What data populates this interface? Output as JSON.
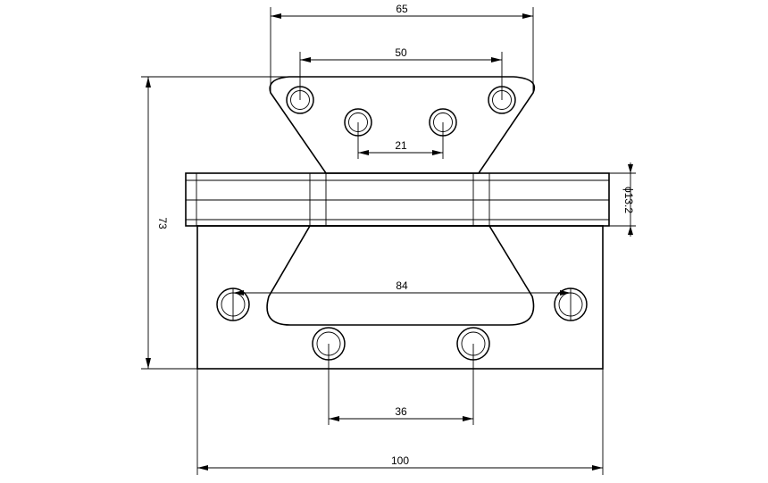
{
  "drawing": {
    "dimensions": {
      "top_width": "65",
      "top_hole_spacing": "50",
      "inner_hole_spacing": "21",
      "barrel_diameter": "ϕ13.2",
      "total_height": "73",
      "side_hole_spacing": "84",
      "bottom_hole_spacing": "36",
      "bottom_width": "100"
    }
  }
}
